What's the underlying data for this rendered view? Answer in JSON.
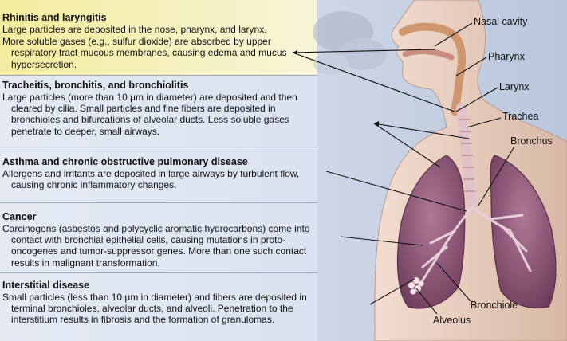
{
  "sections": [
    {
      "title": "Rhinitis and laryngitis",
      "lines": [
        "Large particles are deposited in the nose, pharynx, and larynx.",
        "More soluble gases (e.g., sulfur dioxide) are absorbed by upper respiratory tract mucous membranes, causing edema and mucus hypersecretion."
      ]
    },
    {
      "title": "Tracheitis, bronchitis, and bronchiolitis",
      "lines": [
        "Large particles (more than 10 μm in diameter) are deposited and then cleared by cilia. Small particles and fine fibers are deposited in bronchioles and bifurcations of alveolar ducts. Less soluble gases penetrate to deeper, small airways."
      ]
    },
    {
      "title": "Asthma and chronic obstructive pulmonary disease",
      "lines": [
        "Allergens and irritants are deposited in large airways by turbulent flow, causing chronic inflammatory changes."
      ]
    },
    {
      "title": "Cancer",
      "lines": [
        "Carcinogens (asbestos and polycyclic aromatic hydrocarbons) come into contact with bronchial epithelial cells, causing mutations in proto-oncogenes and tumor-suppressor genes. More than one such contact results in malignant transformation."
      ]
    },
    {
      "title": "Interstitial disease",
      "lines": [
        "Small particles (less than 10 μm in diameter) and fibers are deposited in terminal bronchioles, alveolar ducts, and alveoli. Penetration to the interstitium results in fibrosis and the formation of granulomas."
      ]
    }
  ],
  "labels": {
    "nasal_cavity": "Nasal cavity",
    "pharynx": "Pharynx",
    "larynx": "Larynx",
    "trachea": "Trachea",
    "bronchus": "Bronchus",
    "bronchiole": "Bronchiole",
    "alveolus": "Alveolus"
  },
  "colors": {
    "panel_yellow": "#f4efb2",
    "panel_blue": "#e6ebf5",
    "lung": "#8e5a78",
    "skin": "#e8cfc0",
    "airway": "#d9a67a"
  }
}
